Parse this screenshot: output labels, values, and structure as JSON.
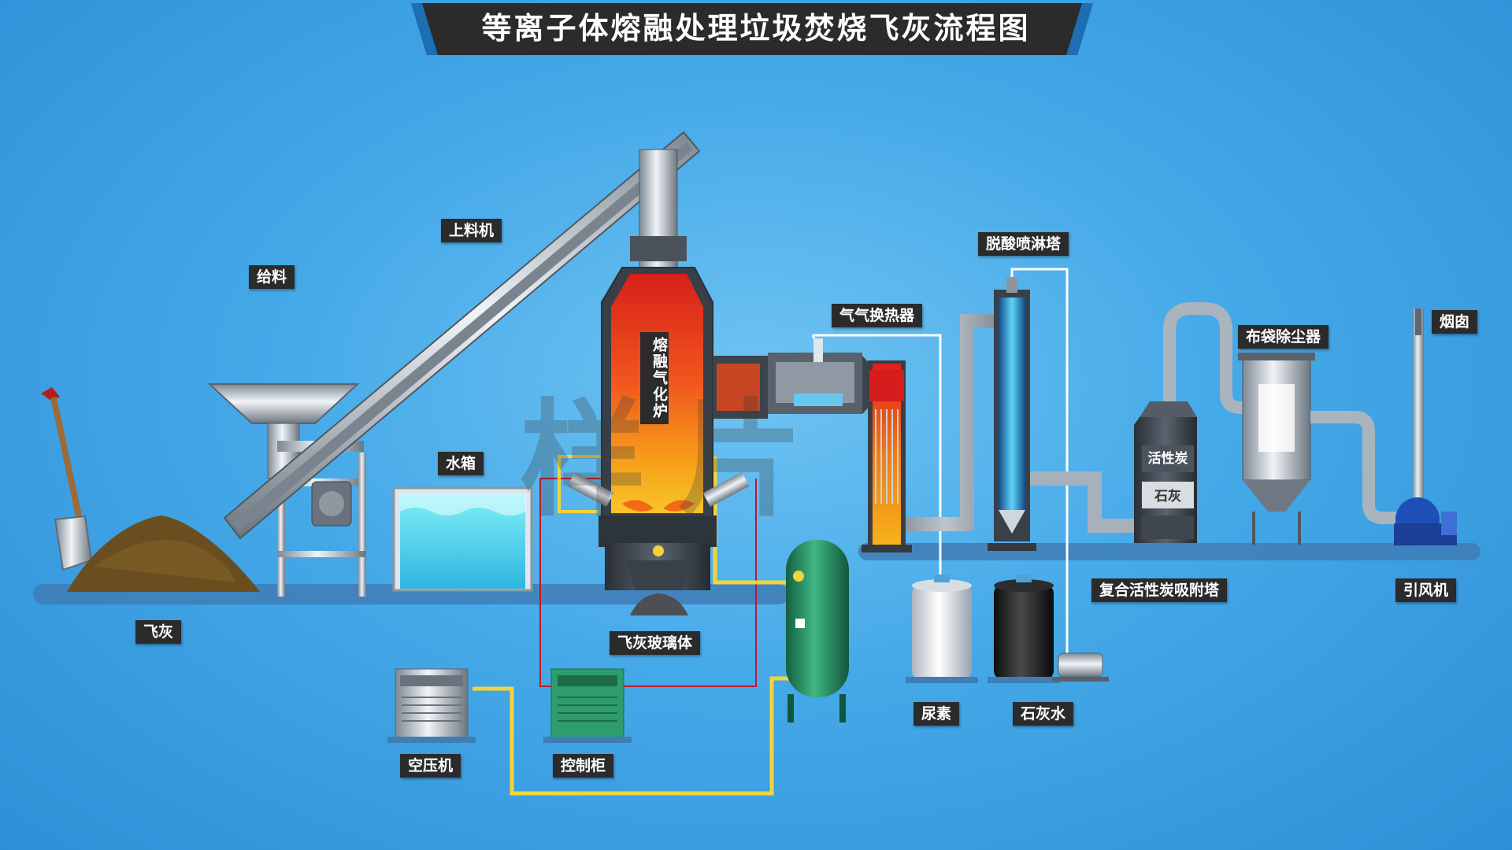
{
  "title": "等离子体熔融处理垃圾焚烧飞灰流程图",
  "furnace_label": "熔融气化炉",
  "watermark": "样片",
  "labels": {
    "feed": "给料",
    "loader": "上料机",
    "fly_ash": "飞灰",
    "water_tank": "水箱",
    "glass": "飞灰玻璃体",
    "air_compressor": "空压机",
    "control_cabinet": "控制柜",
    "heat_exchanger": "气气换热器",
    "deacid_tower": "脱酸喷淋塔",
    "bag_filter": "布袋除尘器",
    "chimney": "烟囱",
    "adsorption_tower": "复合活性炭吸附塔",
    "induced_fan": "引风机",
    "urea": "尿素",
    "lime_water": "石灰水"
  },
  "tower_text": {
    "carbon": "活性炭",
    "lime": "石灰"
  },
  "colors": {
    "background": "#45a9e8",
    "banner": "#2b2b2b",
    "label_bg": "#2b2b2b",
    "pipe_steel": "#b8c2cc",
    "flame": "#e53b1a",
    "yellow_line": "#f2d43a",
    "red_line": "#c0182a",
    "tank_green": "#2a9a6a"
  }
}
